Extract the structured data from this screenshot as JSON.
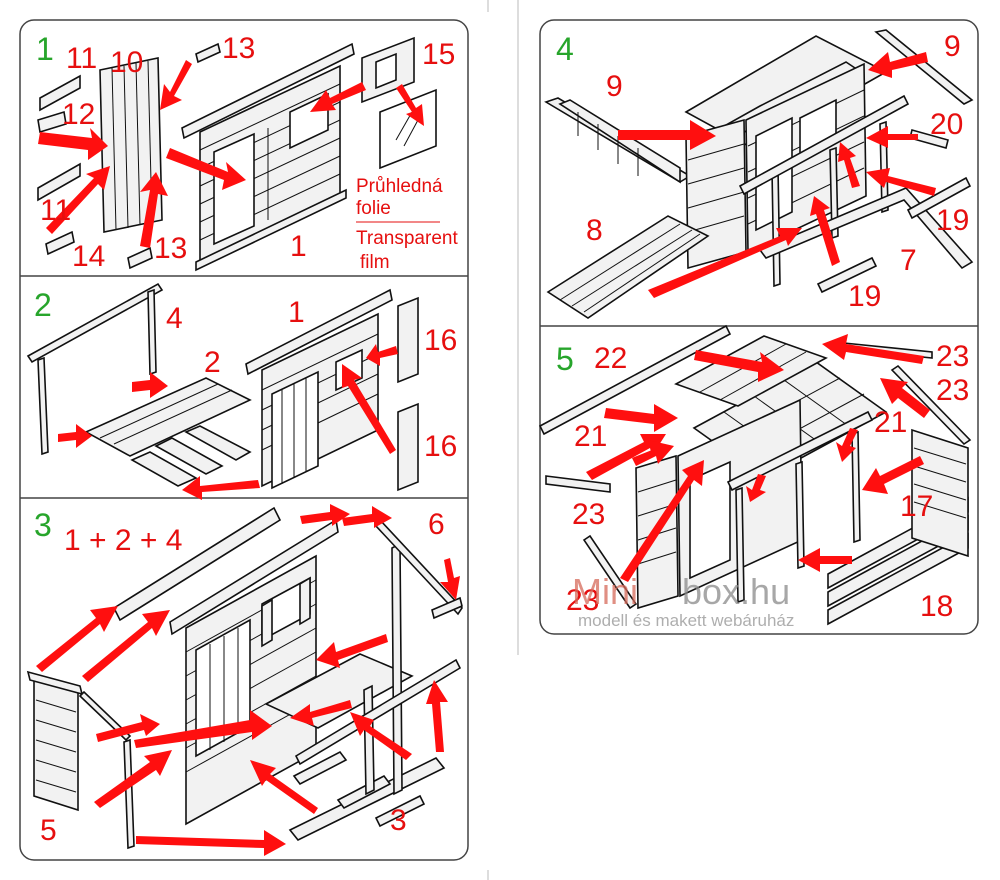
{
  "steps": [
    "1",
    "2",
    "3",
    "4",
    "5"
  ],
  "step3_formula": "1 + 2 + 4",
  "labels": {
    "p1": [
      "11",
      "10",
      "13",
      "15",
      "12",
      "11",
      "14",
      "13",
      "1"
    ],
    "p2": [
      "4",
      "1",
      "2",
      "16",
      "16"
    ],
    "p3": [
      "6",
      "5",
      "3"
    ],
    "p4": [
      "9",
      "9",
      "20",
      "8",
      "19",
      "7",
      "19"
    ],
    "p5": [
      "22",
      "23",
      "23",
      "21",
      "21",
      "17",
      "23",
      "23",
      "18"
    ]
  },
  "film_caption": [
    "Průhledná",
    "folie",
    "Transparent",
    "film"
  ],
  "watermark": {
    "brand_a": "Mini",
    "brand_b": "box.hu",
    "tagline": "modell és makett webáruház"
  }
}
